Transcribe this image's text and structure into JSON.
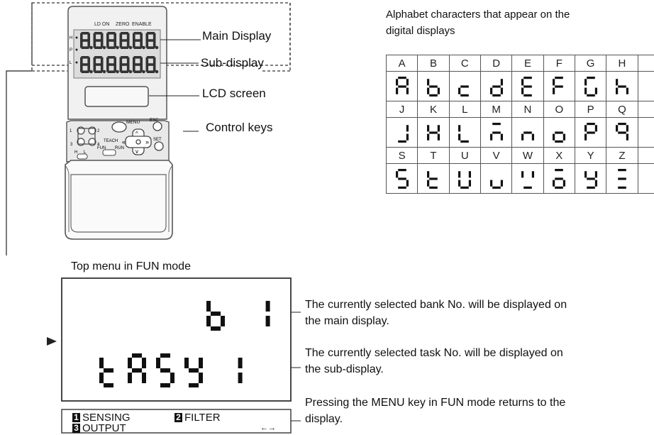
{
  "device": {
    "top_labels": [
      "LD ON",
      "ZERO",
      "ENABLE"
    ],
    "side_indicators": [
      "H",
      "P",
      "L"
    ],
    "display_digits": "8.8.8.8.8.8.",
    "key_labels": [
      "MENU",
      "ESC",
      "SET",
      "1",
      "2",
      "3",
      "4"
    ],
    "switch_labels": [
      "H",
      "L",
      "TEACH",
      "FUN",
      "RUN"
    ]
  },
  "callouts": {
    "main_display": "Main Display",
    "sub_display": "Sub-display",
    "lcd_screen": "LCD screen",
    "control_keys": "Control keys"
  },
  "alphabet": {
    "heading_line1": "Alphabet characters that appear on the",
    "heading_line2": "digital displays",
    "rows": [
      [
        "A",
        "B",
        "C",
        "D",
        "E",
        "F",
        "G",
        "H",
        ""
      ],
      [
        "J",
        "K",
        "L",
        "M",
        "N",
        "O",
        "P",
        "Q",
        ""
      ],
      [
        "S",
        "T",
        "U",
        "V",
        "W",
        "X",
        "Y",
        "Z",
        ""
      ]
    ]
  },
  "top_menu": {
    "title": "Top menu in FUN mode",
    "main_text": "b 1",
    "sub_text": "tASY 1",
    "menu_items": [
      {
        "num": "1",
        "label": "SENSING"
      },
      {
        "num": "2",
        "label": "FILTER"
      },
      {
        "num": "3",
        "label": "OUTPUT"
      }
    ],
    "arrow_glyph": "←→"
  },
  "notes": {
    "bank_line1": "The currently selected bank No. will be displayed on",
    "bank_line2": "the main display.",
    "task_line1": "The currently selected task No. will be displayed on",
    "task_line2": "the sub-display.",
    "menu_line1": "Pressing the MENU key in FUN mode returns to the",
    "menu_line2": "display."
  }
}
